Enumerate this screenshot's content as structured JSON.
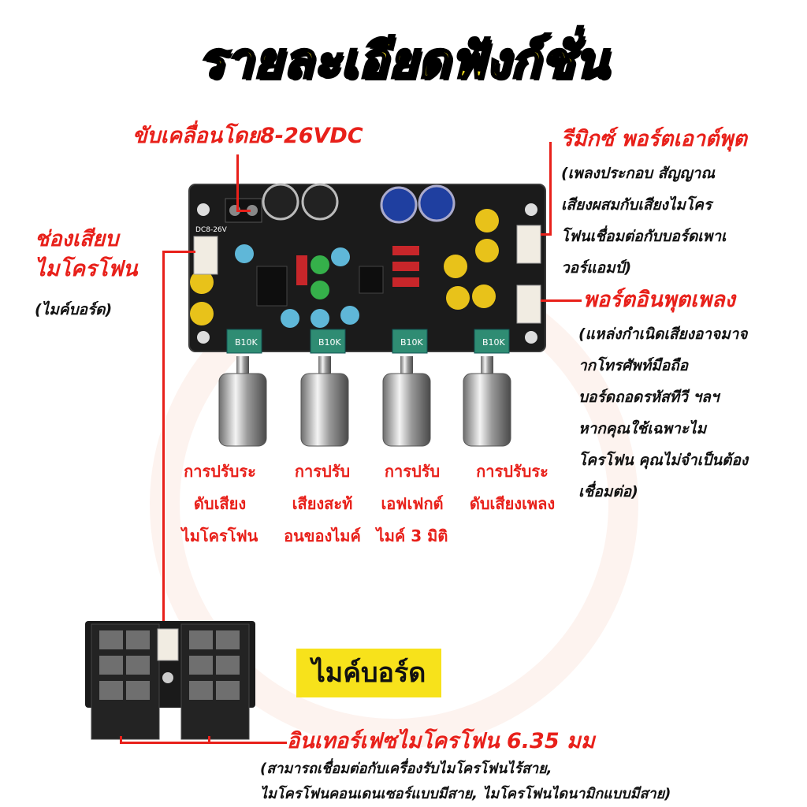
{
  "title": "รายละเอียดฟังก์ชั่น",
  "labels": {
    "power": "ขับเคลื่อนโดย8-26VDC",
    "remix_port": "รีมิกซ์ พอร์ตเอาต์พุต",
    "remix_desc": [
      "(เพลงประกอบ สัญญาณ",
      "เสียงผสมกับเสียงไมโคร",
      "โฟนเชื่อมต่อกับบอร์ดเพาเ",
      "วอร์แอมป์)"
    ],
    "mic_socket": [
      "ช่องเสียบ",
      "ไมโครโฟน"
    ],
    "mic_socket_sub": "(ไมค์บอร์ด)",
    "input_port": "พอร์ตอินพุตเพลง",
    "input_desc": [
      "(แหล่งกำเนิดเสียงอาจมาจ",
      "ากโทรศัพท์มือถือ",
      "บอร์ดถอดรหัสทีวี ฯลฯ",
      "หากคุณใช้เฉพาะไม",
      "โครโฟน คุณไม่จำเป็นต้อง",
      "เชื่อมต่อ)"
    ],
    "knobs": [
      [
        "การปรับระ",
        "ดับเสียง",
        "ไมโครโฟน"
      ],
      [
        "การปรับ",
        "เสียงสะท้",
        "อนของไมค์"
      ],
      [
        "การปรับ",
        "เอฟเฟกต์",
        "ไมค์ 3 มิติ"
      ],
      [
        "การปรับระ",
        "ดับเสียงเพลง"
      ]
    ],
    "mic_board": "ไมค์บอร์ด",
    "mic_interface": "อินเทอร์เฟซไมโครโฟน 6.35 มม",
    "mic_interface_desc": [
      "(สามารถเชื่อมต่อกับเครื่องรับไมโครโฟนไร้สาย,",
      "ไมโครโฟนคอนเดนเซอร์แบบมีสาย, ไมโครโฟนไดนามิกแบบมีสาย)"
    ]
  },
  "board_marks": {
    "pot_value": "B10K",
    "silk_power": "DC8-26V"
  },
  "colors": {
    "title_fill": "#f7e21b",
    "accent_red": "#e8201a",
    "board": "#1b1b1b"
  }
}
